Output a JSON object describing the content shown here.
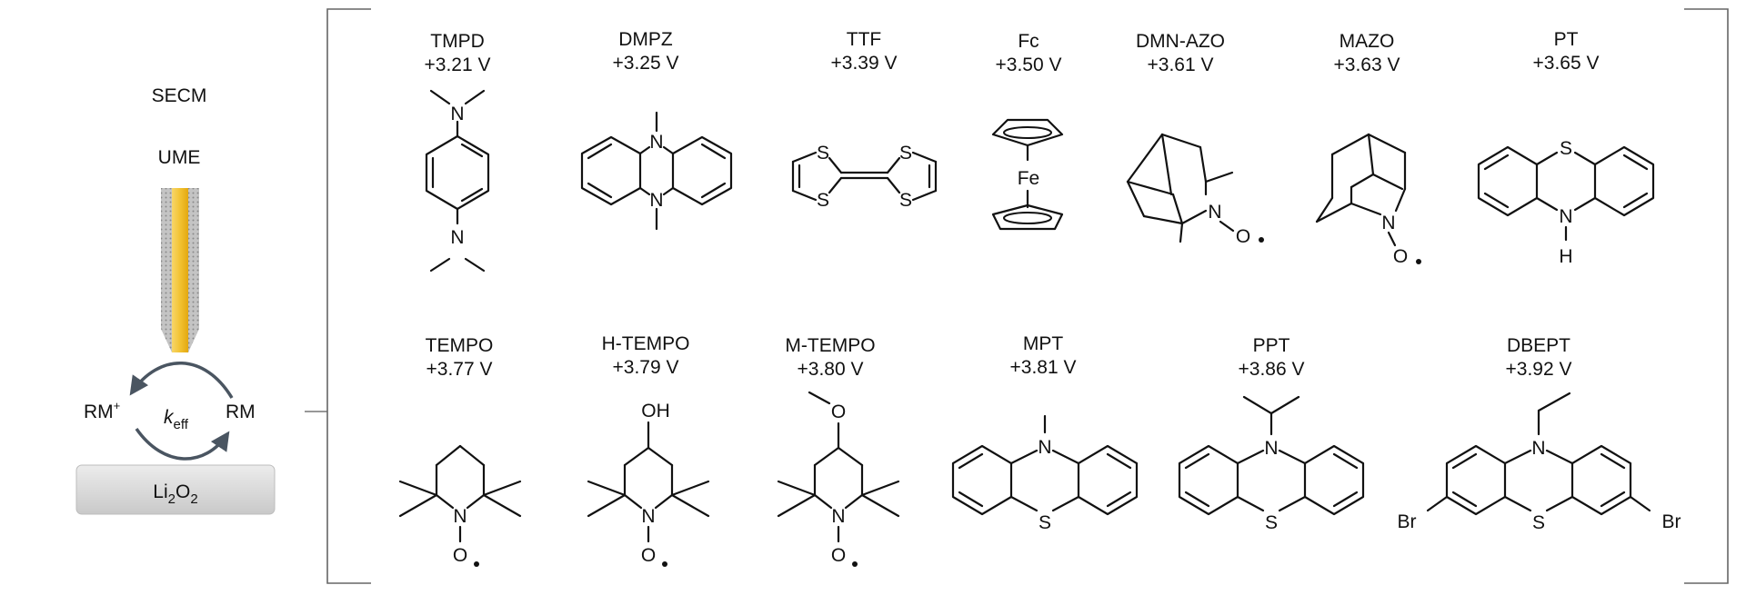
{
  "setup": {
    "technique": "SECM",
    "electrode": "UME",
    "oxidized": "RM",
    "oxidized_charge": "+",
    "reduced": "RM",
    "rate_symbol": "k",
    "rate_subscript": "eff",
    "substrate": "Li",
    "substrate_sub1": "2",
    "substrate_mid": "O",
    "substrate_sub2": "2",
    "colors": {
      "tip_gold": "#f2c232",
      "tip_gray": "#b9b9b9",
      "arrow": "#4a5561",
      "substrate": "#d4d4d4"
    }
  },
  "molecules": [
    {
      "name": "TMPD",
      "potential": "+3.21 V"
    },
    {
      "name": "DMPZ",
      "potential": "+3.25 V"
    },
    {
      "name": "TTF",
      "potential": "+3.39 V"
    },
    {
      "name": "Fc",
      "potential": "+3.50 V"
    },
    {
      "name": "DMN-AZO",
      "potential": "+3.61 V"
    },
    {
      "name": "MAZO",
      "potential": "+3.63 V"
    },
    {
      "name": "PT",
      "potential": "+3.65 V"
    },
    {
      "name": "TEMPO",
      "potential": "+3.77 V"
    },
    {
      "name": "H-TEMPO",
      "potential": "+3.79 V"
    },
    {
      "name": "M-TEMPO",
      "potential": "+3.80 V"
    },
    {
      "name": "MPT",
      "potential": "+3.81 V"
    },
    {
      "name": "PPT",
      "potential": "+3.86 V"
    },
    {
      "name": "DBEPT",
      "potential": "+3.92 V"
    }
  ],
  "atoms": {
    "N": "N",
    "S": "S",
    "O": "O",
    "H": "H",
    "Fe": "Fe",
    "Br": "Br",
    "OH": "OH"
  }
}
